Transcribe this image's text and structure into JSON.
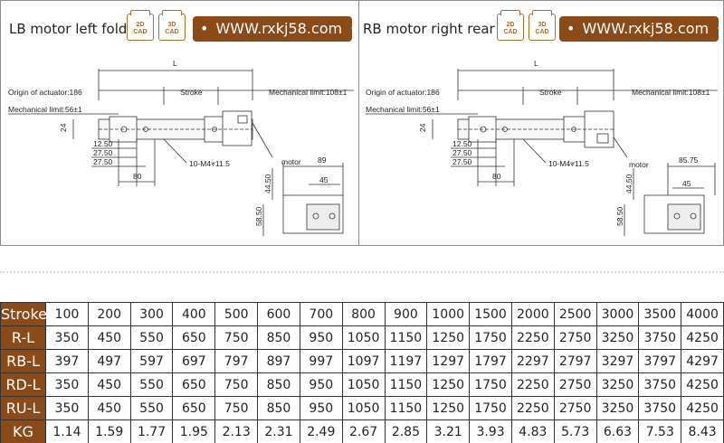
{
  "panels": [
    {
      "title": "LB motor left fold",
      "cad2d": {
        "line1": "2D",
        "line2": "CAD"
      },
      "cad3d": {
        "line1": "3D",
        "line2": "CAD"
      },
      "url": "WWW.rxkj58.com",
      "labels": {
        "L": "L",
        "origin": "Origin of actuator:186",
        "stroke": "Stroke",
        "mech_limit_right": "Mechanical limit:108±1",
        "mech_limit_left": "Mechanical limit:56±1",
        "dim_24": "24",
        "dim_1250": "12.50",
        "dim_2750a": "27.50",
        "dim_2750b": "27.50",
        "dim_80": "80",
        "hole": "10-M4⩔11.5",
        "motor": "motor",
        "width_total": "89",
        "width_45": "45",
        "h_4450": "44.50",
        "h_5850": "58.50"
      }
    },
    {
      "title": "RB motor right rear fold",
      "cad2d": {
        "line1": "2D",
        "line2": "CAD"
      },
      "cad3d": {
        "line1": "3D",
        "line2": "CAD"
      },
      "url": "WWW.rxkj58.com",
      "labels": {
        "L": "L",
        "origin": "Origin of actuator:186",
        "stroke": "Stroke",
        "mech_limit_right": "Mechanical limit:108±1",
        "mech_limit_left": "Mechanical limit:56±1",
        "dim_24": "24",
        "dim_1250": "12.50",
        "dim_2750a": "27.50",
        "dim_2750b": "27.50",
        "dim_80": "80",
        "hole": "10-M4⩔11.5",
        "motor": "motor",
        "width_total": "85.75",
        "width_45": "45",
        "h_4450": "44.50",
        "h_5850": "58.50"
      }
    }
  ],
  "table": {
    "rows": [
      [
        "Stroke",
        "100",
        "200",
        "300",
        "400",
        "500",
        "600",
        "700",
        "800",
        "900",
        "1000",
        "1500",
        "2000",
        "2500",
        "3000",
        "3500",
        "4000"
      ],
      [
        "R-L",
        "350",
        "450",
        "550",
        "650",
        "750",
        "850",
        "950",
        "1050",
        "1150",
        "1250",
        "1750",
        "2250",
        "2750",
        "3250",
        "3750",
        "4250"
      ],
      [
        "RB-L",
        "397",
        "497",
        "597",
        "697",
        "797",
        "897",
        "997",
        "1097",
        "1197",
        "1297",
        "1797",
        "2297",
        "2797",
        "3297",
        "3797",
        "4297"
      ],
      [
        "RD-L",
        "350",
        "450",
        "550",
        "650",
        "750",
        "850",
        "950",
        "1050",
        "1150",
        "1250",
        "1750",
        "2250",
        "2750",
        "3250",
        "3750",
        "4250"
      ],
      [
        "RU-L",
        "350",
        "450",
        "550",
        "650",
        "750",
        "850",
        "950",
        "1050",
        "1150",
        "1250",
        "1750",
        "2250",
        "2750",
        "3250",
        "3750",
        "4250"
      ],
      [
        "KG",
        "1.14",
        "1.59",
        "1.77",
        "1.95",
        "2.13",
        "2.31",
        "2.49",
        "2.67",
        "2.85",
        "3.21",
        "3.93",
        "4.83",
        "5.73",
        "6.63",
        "7.53",
        "8.43"
      ]
    ]
  },
  "colors": {
    "accent": "#8b4a16",
    "cad_border": "#b06a2a"
  }
}
